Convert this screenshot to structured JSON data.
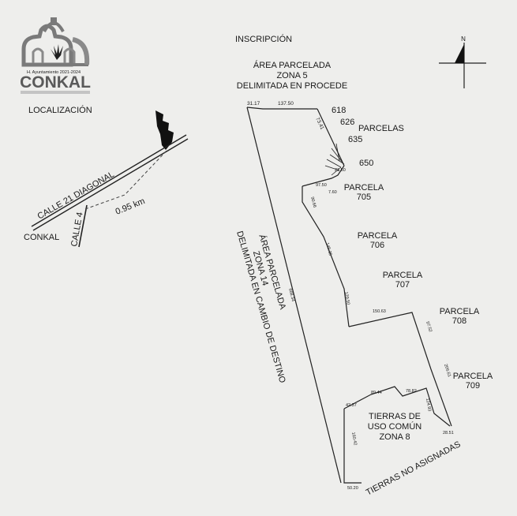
{
  "logo": {
    "subtitle": "H. Ayuntamiento 2021-2024",
    "name": "CONKAL"
  },
  "localizacion": {
    "title": "LOCALIZACIÓN",
    "calle21": "CALLE 21 DIAGONAL",
    "calle4": "CALLE 4",
    "conkal": "CONKAL",
    "distance": "0.95 km"
  },
  "plan": {
    "title": "INSCRIPCIÓN",
    "north": "N",
    "zone5": [
      "ÁREA PARCELADA",
      "ZONA 5",
      "DELIMITADA EN PROCEDE"
    ],
    "zone14": [
      "ÁREA PARCELADA",
      "ZONA 14",
      "DELIMITADA EN CAMBIO DE DESTINO"
    ],
    "parcelas_group": "PARCELAS",
    "parcel_numbers": [
      "618",
      "626",
      "635",
      "650"
    ],
    "parcels": [
      {
        "line1": "PARCELA",
        "line2": "705"
      },
      {
        "line1": "PARCELA",
        "line2": "706"
      },
      {
        "line1": "PARCELA",
        "line2": "707"
      },
      {
        "line1": "PARCELA",
        "line2": "708"
      },
      {
        "line1": "PARCELA",
        "line2": "709"
      }
    ],
    "tierras_comun": [
      "TIERRAS DE",
      "USO COMÚN",
      "ZONA 8"
    ],
    "no_asignadas": "TIERRAS NO ASIGNADAS",
    "measures": {
      "m3117": "31.17",
      "m13750": "137.50",
      "m7341": "73.41",
      "m9750": "97.50",
      "m7650": "7.60",
      "m2150": "21.50",
      "m9366": "90.66",
      "m14535": "145.35",
      "m12950": "129.50",
      "m15063": "150.63",
      "m9752": "97.52",
      "m20661": "206.61",
      "m2851": "28.51",
      "m66834": "668.34",
      "m4237": "42.37",
      "m8944": "89.44",
      "m7882": "78.82",
      "m12493": "124.93",
      "m16042": "160.42",
      "m5020": "50.20"
    }
  }
}
